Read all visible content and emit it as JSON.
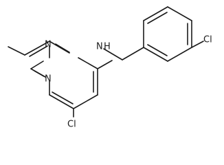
{
  "molecule": {
    "atoms": {
      "n_ring_top": "N",
      "n_ring_bottom": "N",
      "amine_n": "N",
      "amine_h": "H",
      "cl_pyrimidine": "Cl",
      "cl_benzene": "Cl"
    }
  }
}
